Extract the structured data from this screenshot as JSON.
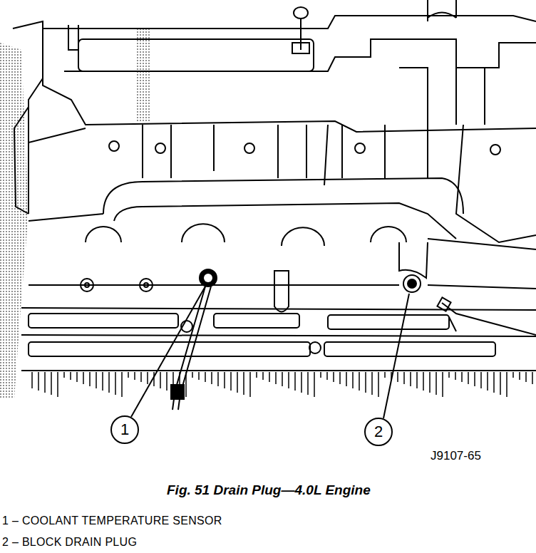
{
  "diagram": {
    "caption": "Fig. 51 Drain Plug—4.0L Engine",
    "nodes": [
      {
        "text": [
          "1"
        ]
      },
      {
        "text": [
          "2"
        ]
      }
    ],
    "labels": [
      "J9107-65",
      "1 – COOLANT TEMPERATURE SENSOR",
      "2 – BLOCK DRAIN PLUG"
    ]
  }
}
